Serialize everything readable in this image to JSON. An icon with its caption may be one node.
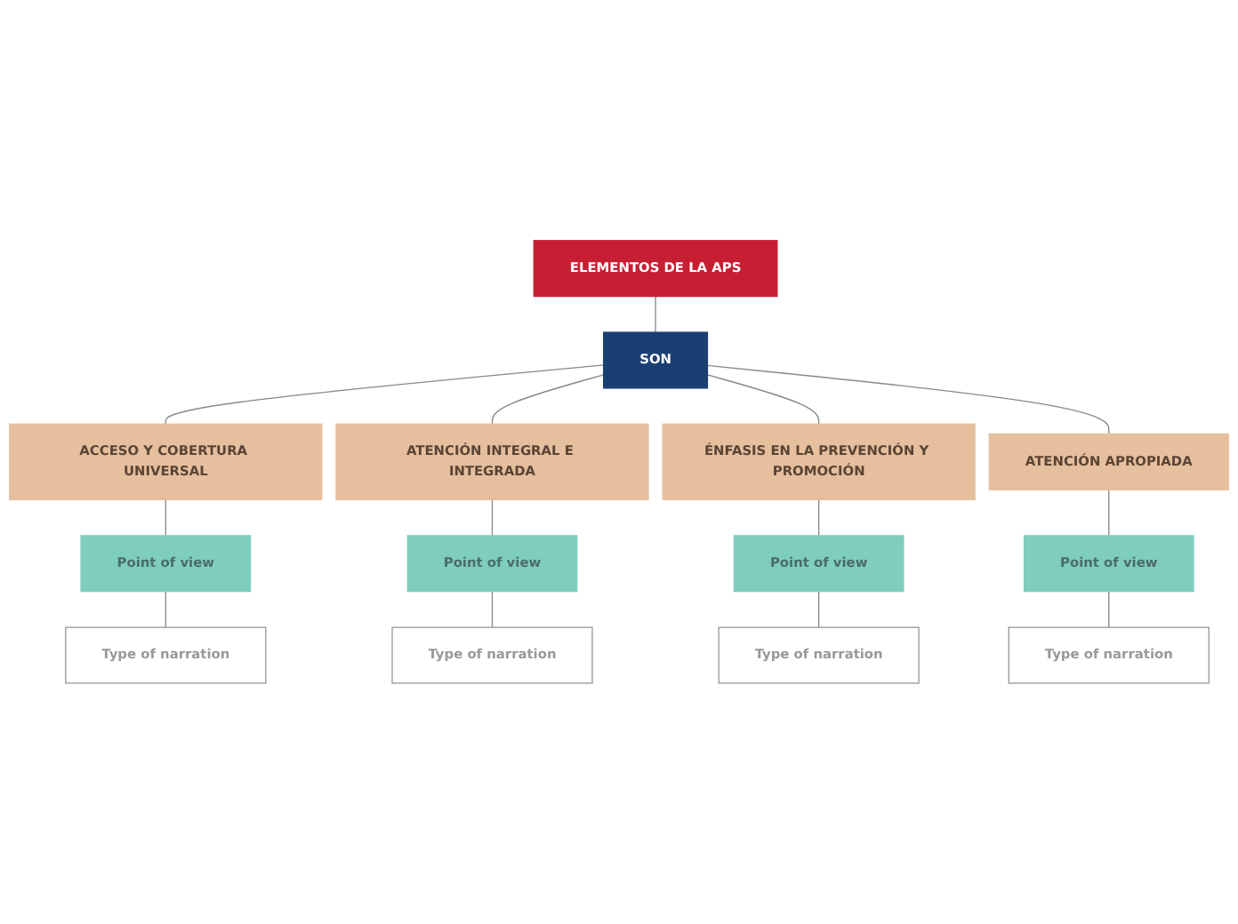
{
  "diagram": {
    "nodes": [
      {
        "text": [
          "ELEMENTOS DE LA APS"
        ]
      },
      {
        "text": [
          "SON"
        ]
      },
      {
        "text": [
          "ACCESO Y COBERTURA UNIVERSAL"
        ]
      },
      {
        "text": [
          "ATENCIÓN INTEGRAL E INTEGRADA"
        ]
      },
      {
        "text": [
          "ÉNFASIS EN LA PREVENCIÓN Y PROMOCIÓN"
        ]
      },
      {
        "text": [
          "ATENCIÓN APROPIADA"
        ]
      },
      {
        "text": [
          "Point of view"
        ]
      },
      {
        "text": [
          "Point of view"
        ]
      },
      {
        "text": [
          "Point of view"
        ]
      },
      {
        "text": [
          "Point of view"
        ]
      },
      {
        "text": [
          "Type of narration"
        ]
      },
      {
        "text": [
          "Type of narration"
        ]
      },
      {
        "text": [
          "Type of narration"
        ]
      },
      {
        "text": [
          "Type of narration"
        ]
      }
    ],
    "edges": [
      {
        "from": 0,
        "to": 1,
        "arrow": "none"
      },
      {
        "from": 1,
        "to": 2,
        "arrow": "none"
      },
      {
        "from": 1,
        "to": 3,
        "arrow": "none"
      },
      {
        "from": 1,
        "to": 4,
        "arrow": "none"
      },
      {
        "from": 1,
        "to": 5,
        "arrow": "none"
      },
      {
        "from": 2,
        "to": 6,
        "arrow": "none"
      },
      {
        "from": 3,
        "to": 7,
        "arrow": "none"
      },
      {
        "from": 4,
        "to": 8,
        "arrow": "none"
      },
      {
        "from": 5,
        "to": 9,
        "arrow": "none"
      },
      {
        "from": 6,
        "to": 10,
        "arrow": "none"
      },
      {
        "from": 7,
        "to": 11,
        "arrow": "none"
      },
      {
        "from": 8,
        "to": 12,
        "arrow": "none"
      },
      {
        "from": 9,
        "to": 13,
        "arrow": "none"
      }
    ]
  }
}
